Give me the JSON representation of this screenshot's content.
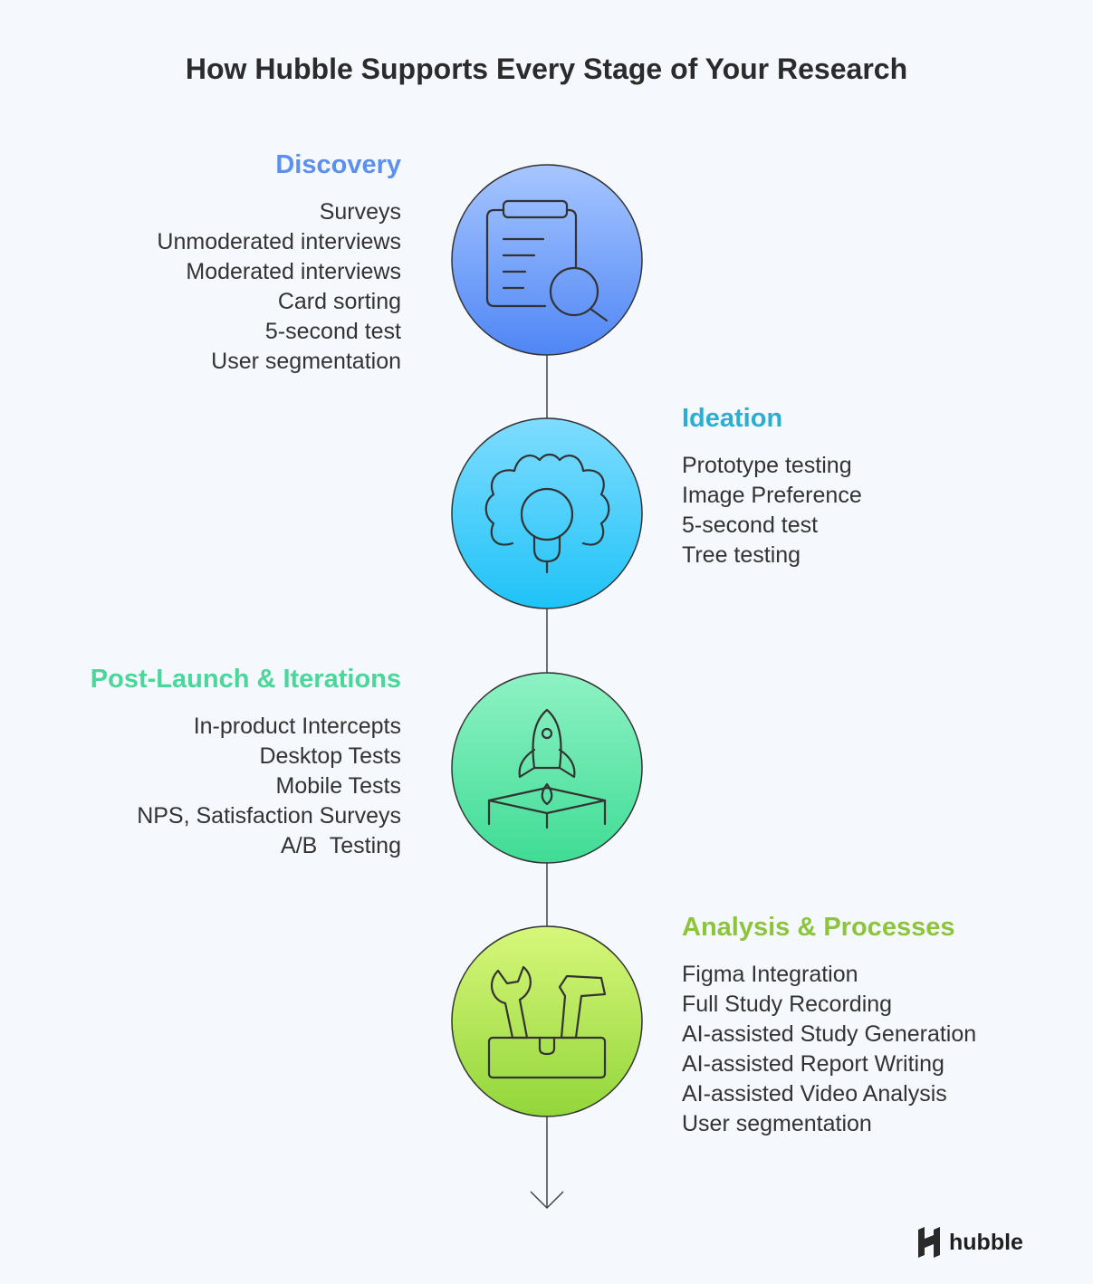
{
  "title": "How Hubble Supports Every Stage of Your Research",
  "colors": {
    "discovery": "#5b8ff0",
    "ideation": "#2aaed4",
    "post_launch": "#4bd69a",
    "analysis": "#8cc43c"
  },
  "stages": [
    {
      "heading": "Discovery",
      "icon": "clipboard-search-icon",
      "items": [
        "Surveys",
        "Unmoderated interviews",
        "Moderated interviews",
        "Card sorting",
        "5-second test",
        "User segmentation"
      ]
    },
    {
      "heading": "Ideation",
      "icon": "gear-lightbulb-icon",
      "items": [
        "Prototype testing",
        "Image Preference",
        "5-second test",
        "Tree testing"
      ]
    },
    {
      "heading": "Post-Launch & Iterations",
      "icon": "rocket-launch-icon",
      "items": [
        "In-product Intercepts",
        "Desktop Tests",
        "Mobile Tests",
        "NPS, Satisfaction Surveys",
        "A/B  Testing"
      ]
    },
    {
      "heading": "Analysis & Processes",
      "icon": "toolbox-icon",
      "items": [
        "Figma Integration",
        "Full Study Recording",
        "AI-assisted Study Generation",
        "AI-assisted Report Writing",
        "AI-assisted Video Analysis",
        "User segmentation"
      ]
    }
  ],
  "logo": {
    "text": "hubble",
    "icon": "hubble-logo-icon"
  }
}
